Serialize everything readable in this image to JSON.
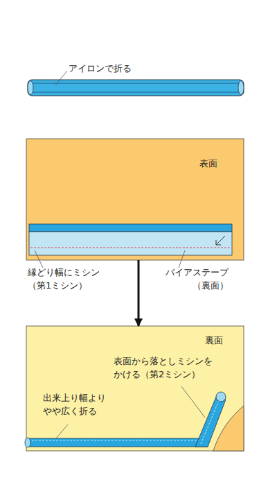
{
  "diagram": {
    "nodes": [
      {
        "text": [
          "表面"
        ]
      },
      {
        "text": [
          "裏面"
        ]
      }
    ],
    "edges": [
      {
        "from": 0,
        "to": 1,
        "arrow": "to"
      }
    ],
    "labels": [
      "アイロンで折る",
      "縁どり幅にミシン （第1ミシン）",
      "バイアステープ （裏面）",
      "表面から落としミシンを かける（第2ミシン）",
      "出来上り幅より やや広く折る"
    ]
  }
}
